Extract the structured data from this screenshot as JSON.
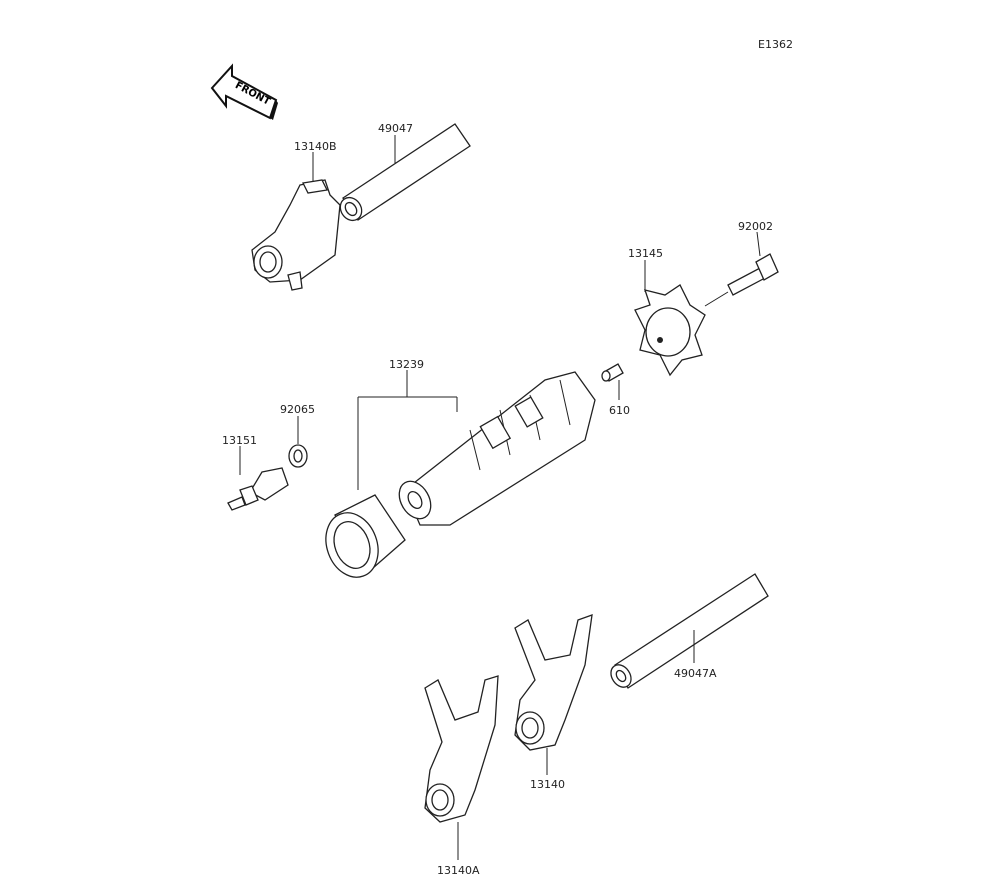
{
  "diagram": {
    "code": "E1362",
    "front_label": "FRONT",
    "parts": {
      "fork_b": "13140B",
      "shaft_upper": "49047",
      "cam": "13145",
      "bolt": "92002",
      "drum": "13239",
      "pin": "610",
      "washer": "92065",
      "stopper": "13151",
      "shaft_lower": "49047A",
      "fork": "13140",
      "fork_a": "13140A"
    }
  }
}
